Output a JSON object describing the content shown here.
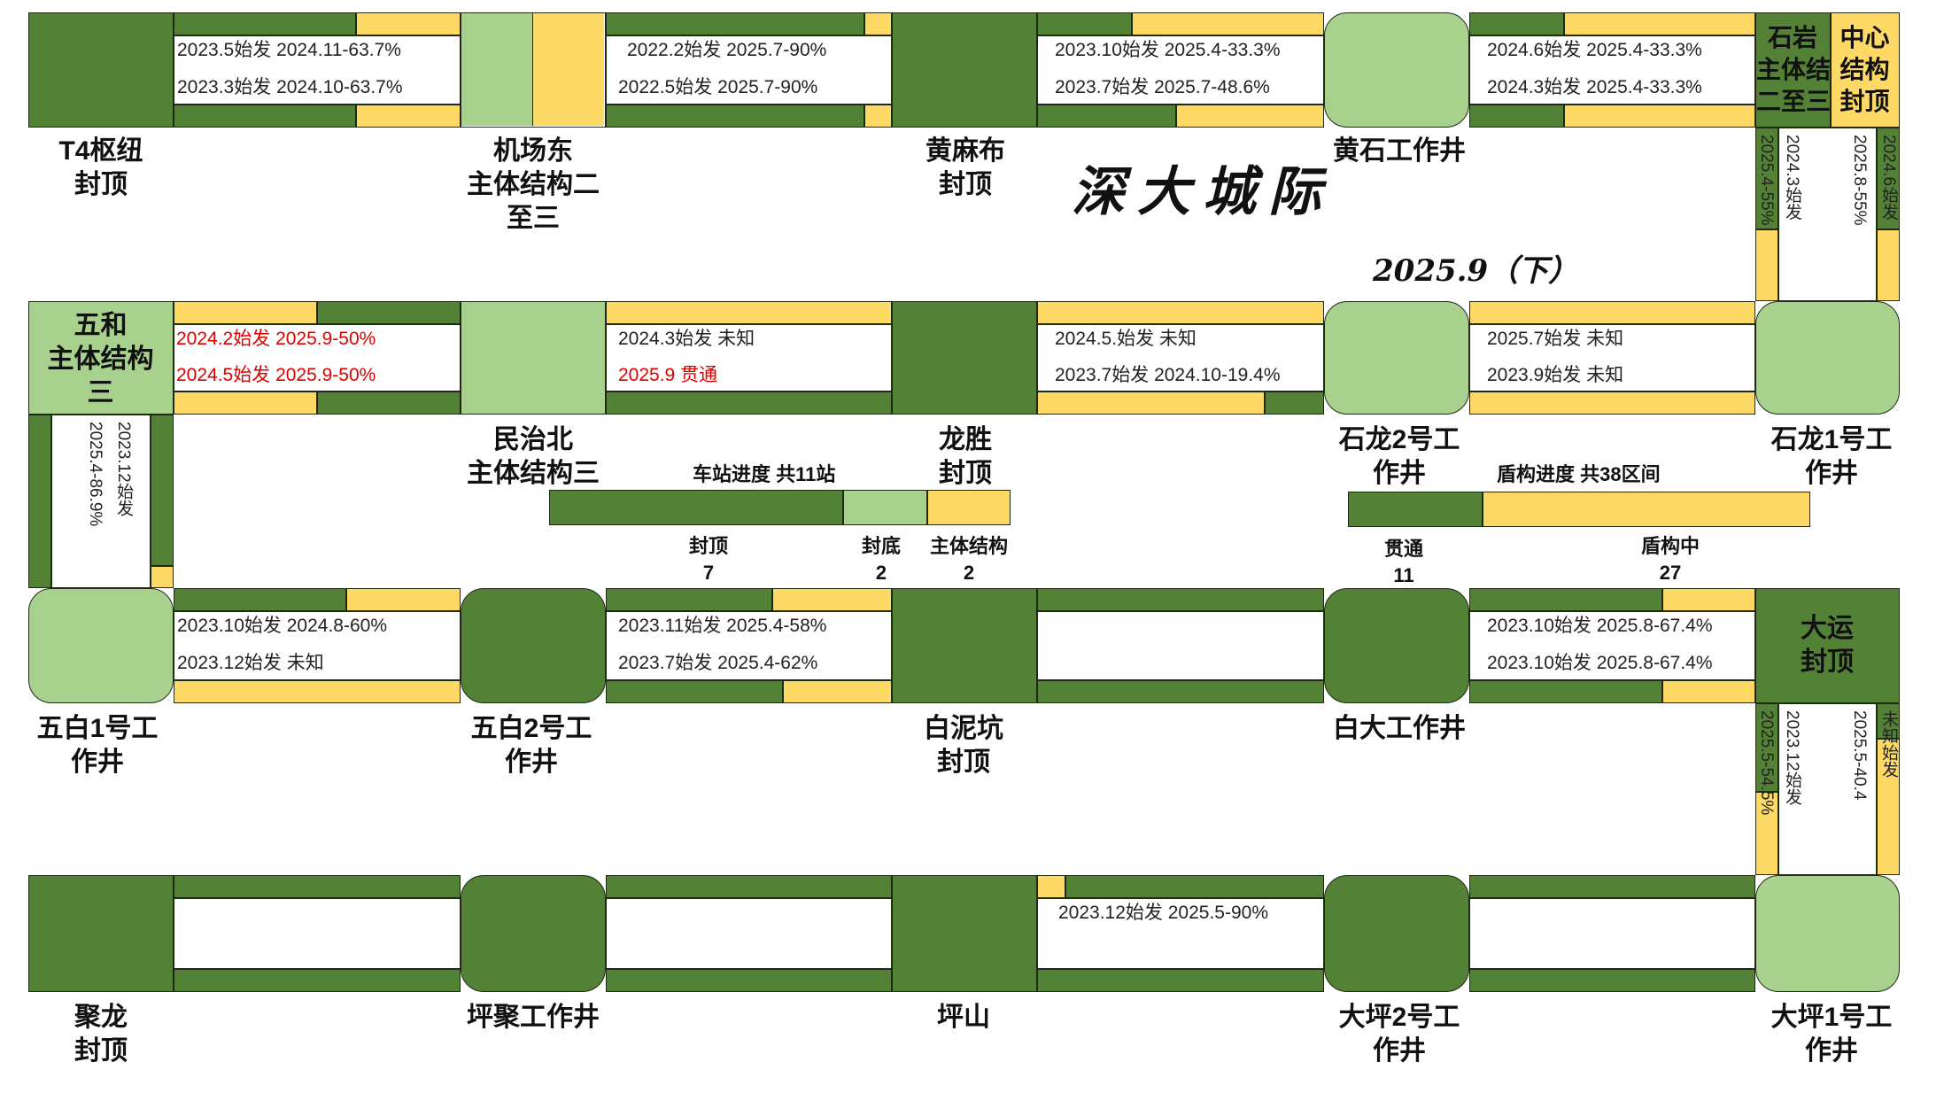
{
  "title": "深大城际",
  "date": "2025.9（下）",
  "row1": {
    "stations": {
      "t4": "T4枢纽\n封顶",
      "jcd": "机场东\n主体结构二\n至三",
      "hmb": "黄麻布\n封顶",
      "hs": "黄石工作井",
      "sy": "石岩\n主体结构\n二至三",
      "zx": "中心\n结构\n封顶"
    },
    "tunnels": {
      "t1_a": "2023.5始发 2024.11-63.7%",
      "t1_b": "2023.3始发 2024.10-63.7%",
      "t2_a": "2022.2始发 2025.7-90%",
      "t2_b": "2022.5始发 2025.7-90%",
      "t3_a": "2023.10始发 2025.4-33.3%",
      "t3_b": "2023.7始发 2025.7-48.6%",
      "t4_a": "2024.6始发 2025.4-33.3%",
      "t4_b": "2024.3始发 2025.4-33.3%"
    }
  },
  "vert_right_1": {
    "a": "2025.4-55%",
    "b": "2024.3始发",
    "c": "2025.8-55%",
    "d": "2024.6始发"
  },
  "row2": {
    "stations": {
      "wh": "五和\n主体结构\n三",
      "mzb": "民治北\n主体结构三",
      "ls": "龙胜\n封顶",
      "sl2": "石龙2号工\n作井",
      "sl1": "石龙1号工\n作井"
    },
    "tunnels": {
      "t1_a": "2024.2始发 2025.9-50%",
      "t1_b": "2024.5始发 2025.9-50%",
      "t2_a": "2024.3始发 未知",
      "t2_b": "2025.9 贯通",
      "t3_a": "2024.5.始发 未知",
      "t3_b": "2023.7始发 2024.10-19.4%",
      "t4_a": "2025.7始发 未知",
      "t4_b": "2023.9始发 未知"
    }
  },
  "vert_left": {
    "a": "2023.12始发",
    "b": "2025.4-86.9%"
  },
  "legend_station": {
    "title": "车站进度 共11站",
    "items": [
      {
        "label": "封顶",
        "value": "7"
      },
      {
        "label": "封底",
        "value": "2"
      },
      {
        "label": "主体结构",
        "value": "2"
      }
    ]
  },
  "legend_shield": {
    "title": "盾构进度 共38区间",
    "items": [
      {
        "label": "贯通",
        "value": "11"
      },
      {
        "label": "盾构中",
        "value": "27"
      }
    ]
  },
  "row3": {
    "stations": {
      "wb1": "五白1号工\n作井",
      "wb2": "五白2号工\n作井",
      "bnk": "白泥坑\n封顶",
      "bd": "白大工作井",
      "dy": "大运\n封顶"
    },
    "tunnels": {
      "t1_a": "2023.10始发 2024.8-60%",
      "t1_b": "2023.12始发 未知",
      "t2_a": "2023.11始发 2025.4-58%",
      "t2_b": "2023.7始发 2025.4-62%",
      "t4_a": "2023.10始发 2025.8-67.4%",
      "t4_b": "2023.10始发 2025.8-67.4%"
    }
  },
  "vert_right_2": {
    "a": "2025.5-54.5%",
    "b": "2023.12始发",
    "c": "2025.5-40.4",
    "d": "未知始发"
  },
  "row4": {
    "stations": {
      "jl": "聚龙\n封顶",
      "pj": "坪聚工作井",
      "ps": "坪山",
      "dp2": "大坪2号工\n作井",
      "dp1": "大坪1号工\n作井"
    },
    "tunnels": {
      "t3_a": "2023.12始发 2025.5-90%"
    }
  },
  "colors": {
    "dark_green": "#538135",
    "light_green": "#a9d18e",
    "yellow": "#ffd966",
    "red_text": "#e00000"
  }
}
